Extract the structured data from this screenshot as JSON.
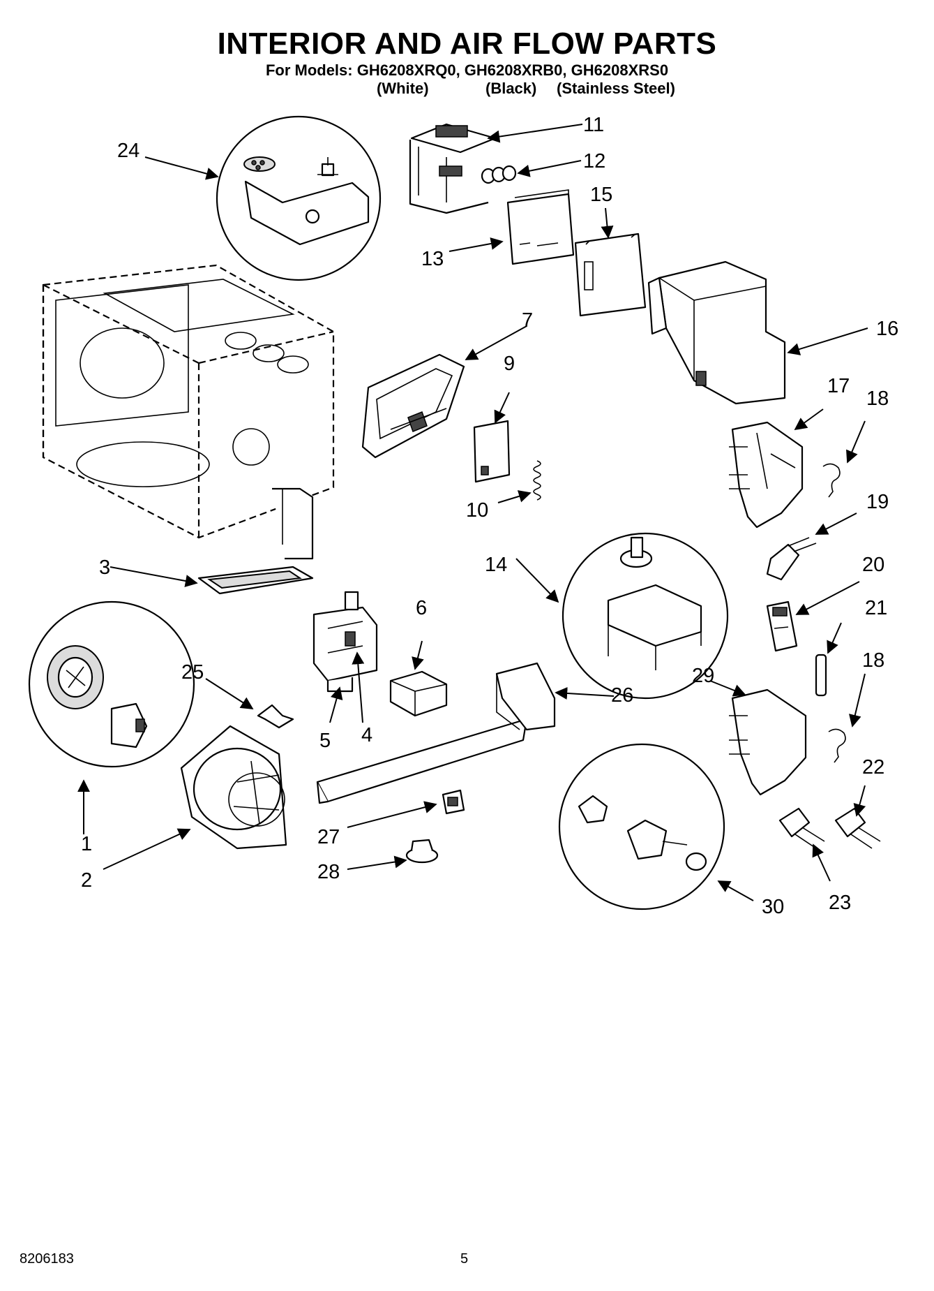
{
  "header": {
    "title": "INTERIOR AND AIR FLOW PARTS",
    "models_line": "For Models: GH6208XRQ0, GH6208XRB0, GH6208XRS0",
    "variants": [
      "(White)",
      "(Black)",
      "(Stainless Steel)"
    ]
  },
  "diagram": {
    "callouts": {
      "c1": "1",
      "c2": "2",
      "c3": "3",
      "c4": "4",
      "c5": "5",
      "c6": "6",
      "c7": "7",
      "c9": "9",
      "c10": "10",
      "c11": "11",
      "c12": "12",
      "c13": "13",
      "c14": "14",
      "c15": "15",
      "c16": "16",
      "c17": "17",
      "c18a": "18",
      "c18b": "18",
      "c19": "19",
      "c20": "20",
      "c21": "21",
      "c22": "22",
      "c23": "23",
      "c24": "24",
      "c25": "25",
      "c26": "26",
      "c27": "27",
      "c28": "28",
      "c29": "29",
      "c30": "30"
    }
  },
  "footer": {
    "doc_number": "8206183",
    "page_number": "5"
  }
}
